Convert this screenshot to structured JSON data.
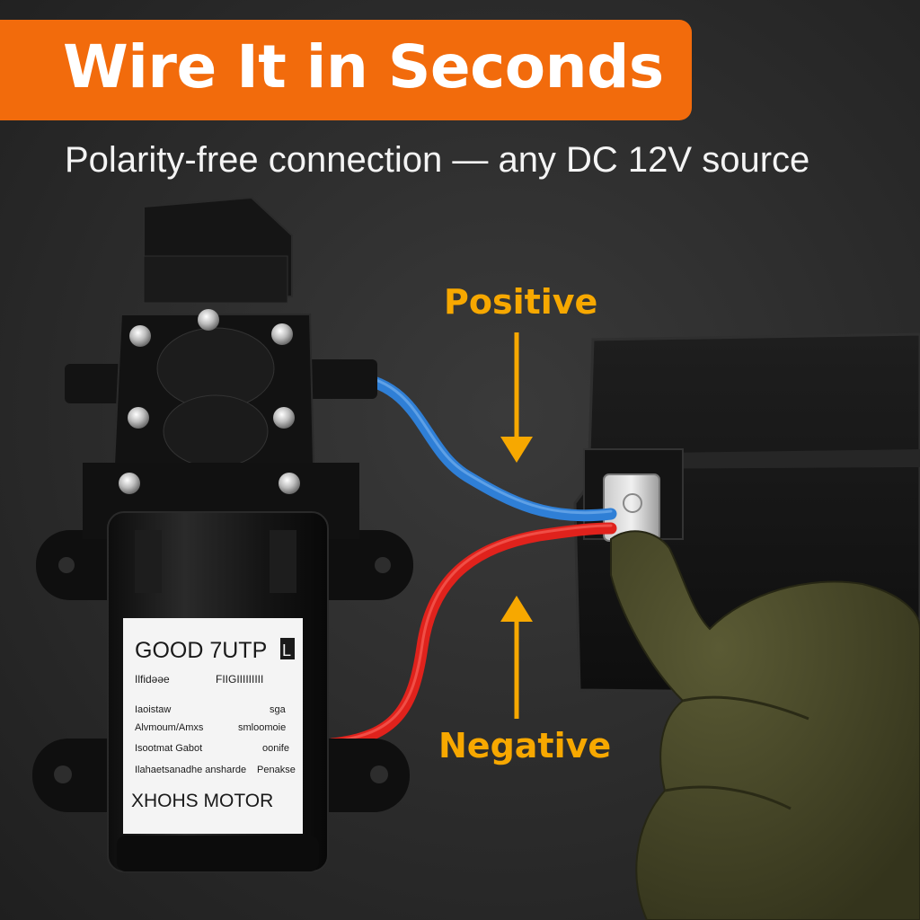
{
  "header": {
    "title": "Wire It in Seconds",
    "subtitle": "Polarity-free connection — any DC 12V source"
  },
  "callouts": {
    "positive": "Positive",
    "negative": "Negative"
  },
  "pump_label": {
    "brand": "GOOD 7UTP",
    "brand_suffix": "L",
    "header_left": "Ilfidəəe",
    "header_right": "FIIGIIIIIIIII",
    "rows": [
      {
        "left": "Iaoistaw",
        "right": "sga"
      },
      {
        "left": "Alvmoum/Amxs",
        "right": "smloomoie"
      },
      {
        "left": "Isootmat Gabot",
        "right": "oonife"
      },
      {
        "left": "Ilahaetsanadhe ansharde",
        "right": "Penakse"
      }
    ],
    "footer": "XHOHS MOTOR"
  },
  "colors": {
    "accent": "#f26b0c",
    "callout": "#f7a800",
    "positive_wire": "#2f7fd6",
    "negative_wire": "#e0221c",
    "glove": "#4a4a2a"
  }
}
